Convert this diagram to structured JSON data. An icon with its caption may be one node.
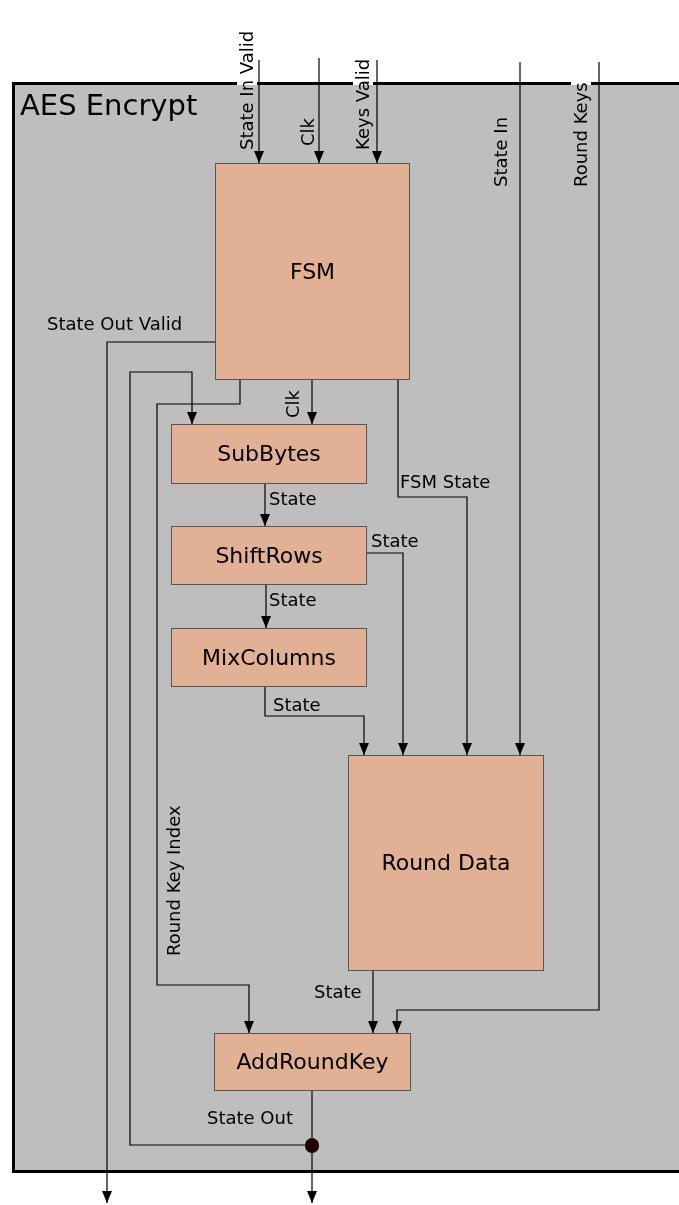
{
  "diagram": {
    "nodes": [
      {
        "text": [
          "AES Encrypt"
        ]
      },
      {
        "text": [
          "FSM"
        ],
        "in": 0
      },
      {
        "text": [
          "SubBytes"
        ],
        "in": 0
      },
      {
        "text": [
          "ShiftRows"
        ],
        "in": 0
      },
      {
        "text": [
          "MixColumns"
        ],
        "in": 0
      },
      {
        "text": [
          "Round Data"
        ],
        "in": 0
      },
      {
        "text": [
          "AddRoundKey"
        ],
        "in": 0
      },
      {
        "text": [],
        "shape": "circle",
        "in": 0
      }
    ],
    "edges": [
      {
        "from": null,
        "to": 1,
        "arrow": "to",
        "label": "State In Valid"
      },
      {
        "from": null,
        "to": 1,
        "arrow": "to",
        "label": "Clk"
      },
      {
        "from": null,
        "to": 1,
        "arrow": "to",
        "label": "Keys Valid"
      },
      {
        "from": null,
        "to": 5,
        "arrow": "to",
        "label": "State In"
      },
      {
        "from": null,
        "to": 6,
        "arrow": "to",
        "label": "Round Keys"
      },
      {
        "from": 1,
        "to": null,
        "arrow": "to",
        "label": "State Out Valid"
      },
      {
        "from": 1,
        "to": 2,
        "arrow": "to",
        "label": "Clk"
      },
      {
        "from": 1,
        "to": 6,
        "arrow": "to",
        "label": "Round Key Index"
      },
      {
        "from": 1,
        "to": 5,
        "arrow": "to",
        "label": "FSM State"
      },
      {
        "from": 2,
        "to": 3,
        "arrow": "to",
        "label": "State"
      },
      {
        "from": 3,
        "to": 4,
        "arrow": "to",
        "label": "State"
      },
      {
        "from": 3,
        "to": 5,
        "arrow": "to",
        "label": "State"
      },
      {
        "from": 4,
        "to": 5,
        "arrow": "to",
        "label": "State"
      },
      {
        "from": 5,
        "to": 6,
        "arrow": "to",
        "label": "State"
      },
      {
        "from": 6,
        "to": 7,
        "arrow": "none",
        "label": "State Out"
      },
      {
        "from": 7,
        "to": null,
        "arrow": "to"
      },
      {
        "from": 7,
        "to": 2,
        "arrow": "to"
      }
    ]
  }
}
